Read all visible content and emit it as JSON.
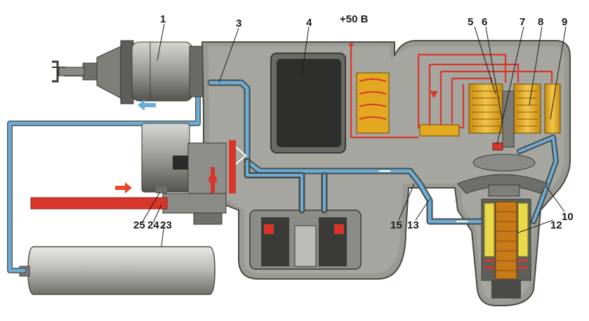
{
  "voltage_label": "+50 В",
  "colors": {
    "air_line": "#6aaed8",
    "electric_line": "#d9362b",
    "housing": "#9a9a94",
    "housing_dark": "#5a5a56",
    "cavity": "#2e2e2c",
    "coil": "#e2a820",
    "cylinder": "#b8b8b4"
  },
  "callouts": [
    "1",
    "3",
    "4",
    "5",
    "6",
    "7",
    "8",
    "9",
    "10",
    "12",
    "13",
    "15",
    "23",
    "24",
    "25"
  ],
  "flow_arrows": [
    {
      "name": "air-flow-arrow",
      "color": "blue"
    },
    {
      "name": "input-flow-arrow",
      "color": "red"
    }
  ]
}
